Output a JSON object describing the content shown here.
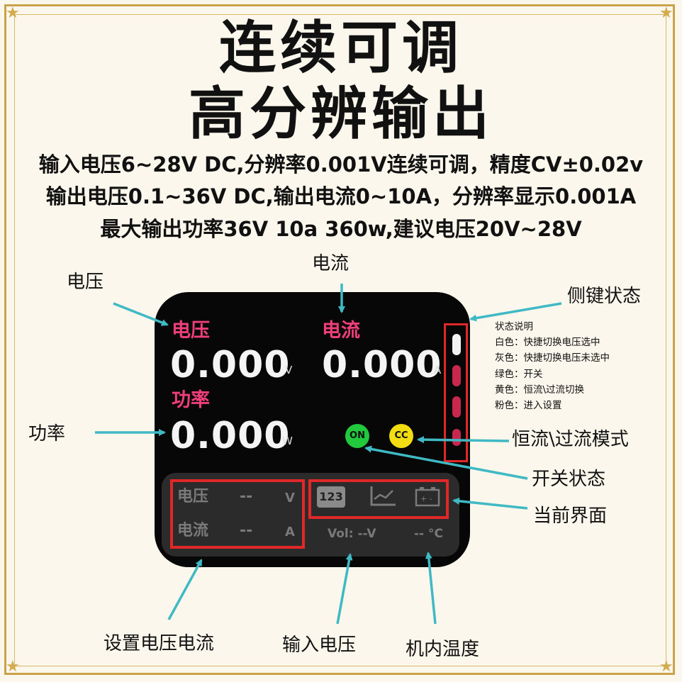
{
  "headline": {
    "line1": "连续可调",
    "line2": "高分辨输出"
  },
  "specs": [
    "输入电压6~28V DC,分辨率0.001V连续可调，精度CV±0.02v",
    "输出电压0.1~36V DC,输出电流0~10A，分辨率显示0.001A",
    "最大输出功率36V 10a  360w,建议电压20V~28V"
  ],
  "callouts": {
    "voltage": "电压",
    "current": "电流",
    "side_key": "侧键状态",
    "power": "功率",
    "cc_mode": "恒流\\过流模式",
    "switch": "开关状态",
    "current_view": "当前界面",
    "set_vi": "设置电压电流",
    "input_voltage": "输入电压",
    "temperature": "机内温度"
  },
  "screen": {
    "voltage_label": "电压",
    "current_label": "电流",
    "power_label": "功率",
    "voltage_value": "0.000",
    "current_value": "0.000",
    "power_value": "0.000",
    "voltage_unit": "V",
    "current_unit": "A",
    "power_unit": "W",
    "on_badge": "ON",
    "cc_badge": "CC",
    "set_voltage_label": "电压",
    "set_voltage_value": "--",
    "set_voltage_unit": "V",
    "set_current_label": "电流",
    "set_current_value": "--",
    "set_current_unit": "A",
    "tab_numeric": "123",
    "vin_text": "Vol: --V",
    "temp_text": "-- °C"
  },
  "legend": {
    "title": "状态说明",
    "items": [
      "白色：快捷切换电压选中",
      "灰色：快捷切换电压未选中",
      "绿色：开关",
      "黄色：恒流\\过流切换",
      "粉色：进入设置"
    ]
  },
  "colors": {
    "accent_pink": "#ee3f7a",
    "on_green": "#22c93c",
    "cc_yellow": "#f2dc12",
    "annotation_red": "#e02828",
    "arrow_teal": "#3fb9c4",
    "frame_gold": "#c9a24a"
  },
  "icons": [
    "star-icon",
    "side-key-pill",
    "chart-graph-icon",
    "battery-icon"
  ]
}
